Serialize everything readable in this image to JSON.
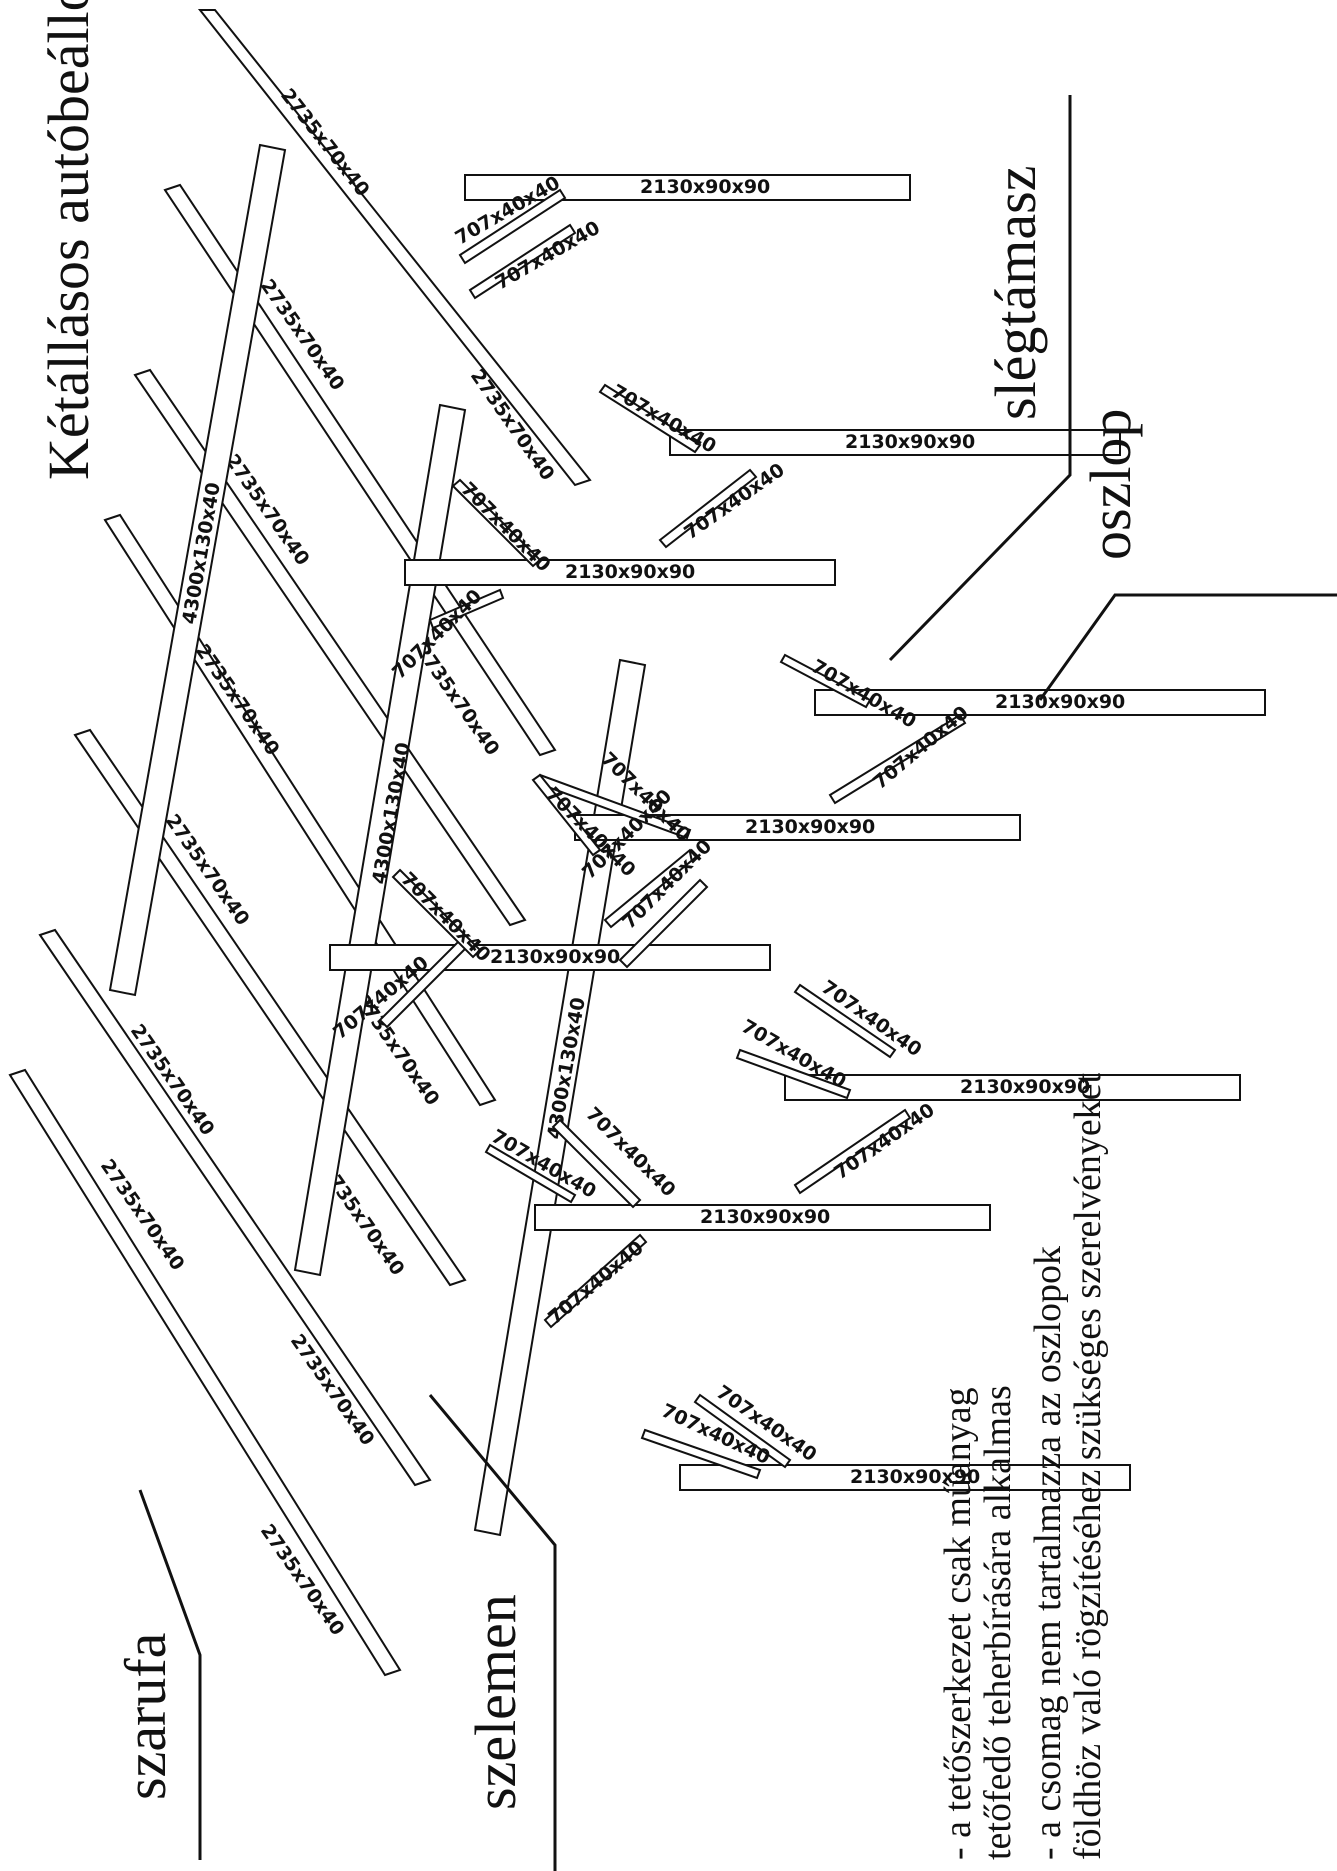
{
  "title": "Kétállásos autóbeálló",
  "labels": {
    "szarufa": "szarufa",
    "szelemen": "szelemen",
    "slegtamasz": "slégtámasz",
    "oszlop": "oszlop"
  },
  "notes": [
    "- a tetőszerkezet csak műanyag",
    "tetőfedő teherbírására alkalmas",
    "- a csomag nem tartalmazza az oszlopok",
    "földhöz való rögzítéséhez szükséges szerelvényeket"
  ],
  "dimensions": {
    "rafter": "2735x70x40",
    "purlin": "4300x130x40",
    "post": "2130x90x90",
    "brace": "707x40x40"
  }
}
